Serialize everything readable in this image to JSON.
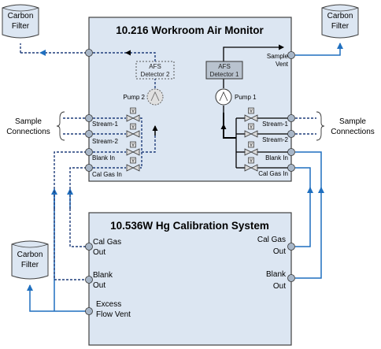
{
  "monitor": {
    "title": "10.216 Workroom Air Monitor",
    "detector1": [
      "AFS",
      "Detector 1"
    ],
    "detector2": [
      "AFS",
      "Detector 2"
    ],
    "pump1": "Pump 1",
    "pump2": "Pump 2",
    "sample_vent": [
      "Sample",
      "Vent"
    ],
    "left_ports": [
      "Stream-1",
      "Stream-2",
      "Blank In",
      "Cal Gas In"
    ],
    "right_ports": [
      "Stream-1",
      "Stream-2",
      "Blank In",
      "Cal Gas In"
    ]
  },
  "calibration": {
    "title": "10.536W Hg Calibration System",
    "left_ports": [
      [
        "Cal Gas",
        "Out"
      ],
      [
        "Blank",
        "Out"
      ],
      [
        "Excess",
        "Flow Vent"
      ]
    ],
    "right_ports": [
      [
        "Cal Gas",
        "Out"
      ],
      [
        "Blank",
        "Out"
      ]
    ]
  },
  "carbon_filters": {
    "top_left": [
      "Carbon",
      "Filter"
    ],
    "top_right": [
      "Carbon",
      "Filter"
    ],
    "bottom_left": [
      "Carbon",
      "Filter"
    ]
  },
  "sample_connections": {
    "left": [
      "Sample",
      "Connections"
    ],
    "right": [
      "Sample",
      "Connections"
    ]
  },
  "valve_label": "V",
  "colors": {
    "box_fill": "#dce6f2",
    "box_stroke": "#404040",
    "flow_blue": "#1f6fbf",
    "dashed_navy": "#1f3d7a",
    "port_fill": "#a9b7c8",
    "valve_fill": "#d9d9d9"
  }
}
